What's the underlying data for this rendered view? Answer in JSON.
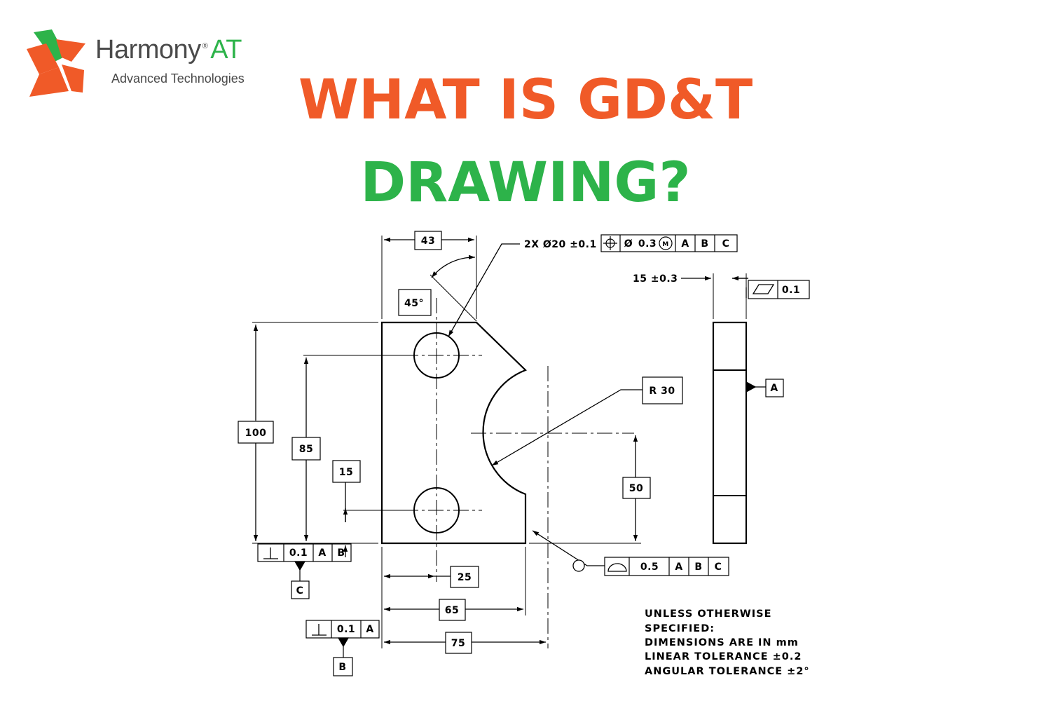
{
  "brand": {
    "name": "Harmony",
    "registered_mark": "®",
    "suffix": "AT",
    "tagline": "Advanced Technologies",
    "colors": {
      "orange": "#f05a28",
      "green": "#2db34a",
      "gray": "#4a4a4a"
    }
  },
  "headline": {
    "line1": "WHAT IS GD&T",
    "line2": "DRAWING?"
  },
  "drawing": {
    "dim_top_width": "43",
    "dim_chamfer_angle": "45°",
    "hole_callout": "2X Ø20 ±0.1",
    "position_fcf": {
      "symbol": "⌖",
      "diameter": "Ø",
      "tolerance": "0.3",
      "modifier": "M",
      "datum1": "A",
      "datum2": "B",
      "datum3": "C"
    },
    "thickness_dim": "15 ±0.3",
    "flatness_fcf": {
      "symbol": "▱",
      "tolerance": "0.1"
    },
    "datum_a_label": "A",
    "radius_dim": "R 30",
    "dim_overall_height": "100",
    "dim_hole_height": "85",
    "dim_lower_hole": "15",
    "dim_arc_center": "50",
    "perp_fcf_left": {
      "symbol": "⊥",
      "tolerance": "0.1",
      "datum1": "A",
      "datum2": "B"
    },
    "datum_c_label": "C",
    "dim_hole_x": "25",
    "dim_notch_x": "65",
    "dim_overall_width": "75",
    "perp_fcf_bottom": {
      "symbol": "⊥",
      "tolerance": "0.1",
      "datum1": "A"
    },
    "datum_b_label": "B",
    "profile_fcf": {
      "symbol": "⌓",
      "tolerance": "0.5",
      "datum1": "A",
      "datum2": "B",
      "datum3": "C"
    },
    "notes": [
      "UNLESS OTHERWISE",
      "SPECIFIED:",
      "DIMENSIONS ARE IN mm",
      "LINEAR TOLERANCE ±0.2",
      "ANGULAR TOLERANCE ±2°"
    ]
  }
}
